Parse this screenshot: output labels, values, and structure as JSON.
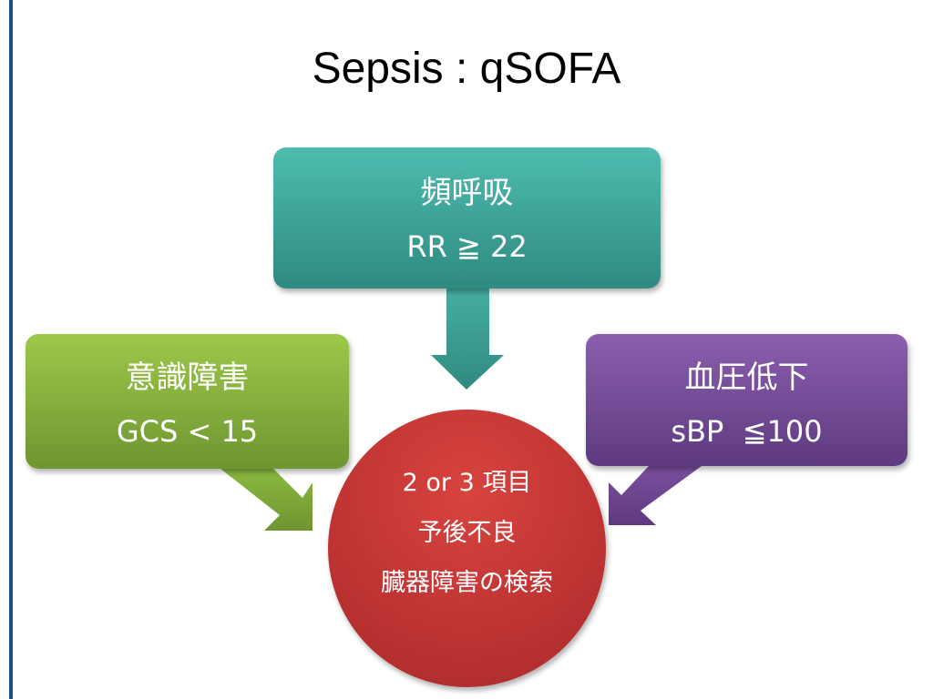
{
  "title": "Sepsis : qSOFA",
  "criteria": {
    "respiratory": {
      "label": "頻呼吸",
      "threshold": "RR ≧ 22",
      "color": "#4ebcb0"
    },
    "consciousness": {
      "label": "意識障害",
      "threshold": "GCS < 15",
      "color": "#9dc84a"
    },
    "blood_pressure": {
      "label": "血圧低下",
      "threshold": "sBP  ≦100",
      "color": "#8b5eae"
    }
  },
  "result": {
    "lines": [
      "2 or 3 項目",
      "予後不良",
      "臓器障害の検索"
    ],
    "color": "#c83434"
  }
}
